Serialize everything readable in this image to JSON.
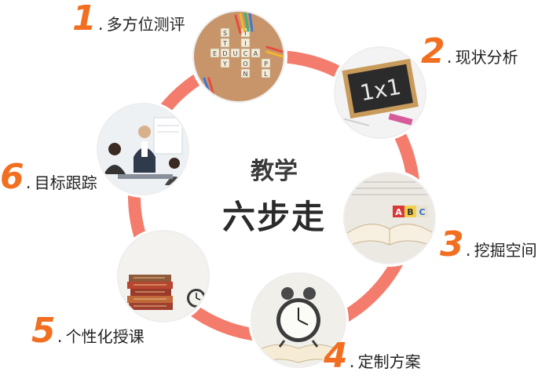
{
  "center": {
    "line1": "教学",
    "line2": "六步走"
  },
  "steps": [
    {
      "num": "1",
      "label": "多方位测评",
      "icon": "education-letters-icon"
    },
    {
      "num": "2",
      "label": "现状分析",
      "icon": "chalkboard-1x1-icon"
    },
    {
      "num": "3",
      "label": "挖掘空间",
      "icon": "open-book-abc-icon"
    },
    {
      "num": "4",
      "label": "定制方案",
      "icon": "alarm-clock-book-icon"
    },
    {
      "num": "5",
      "label": "个性化授课",
      "icon": "book-stack-clock-icon"
    },
    {
      "num": "6",
      "label": "目标跟踪",
      "icon": "meeting-presentation-icon"
    }
  ],
  "colors": {
    "ring": "#f47c6c",
    "number": "#f26f21",
    "arrow": "#ffffff"
  }
}
